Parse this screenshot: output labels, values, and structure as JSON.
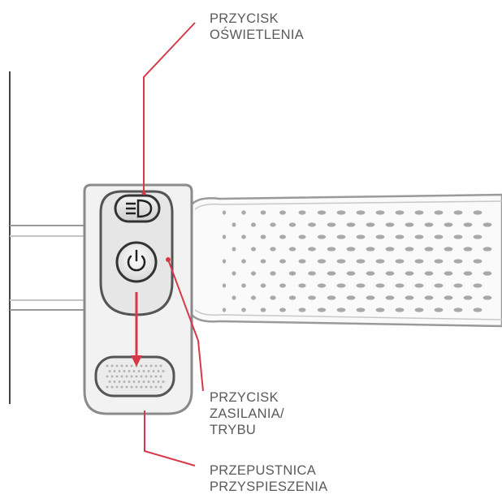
{
  "labels": {
    "light_button": "PRZYCISK\nOŚWIETLENIA",
    "power_mode_button": "PRZYCISK\nZASILANIA/\nTRYBU",
    "throttle": "PRZEPUSTNICA\nPRZYSPIESZENIA"
  },
  "icons": {
    "light_button": "headlight-icon",
    "power_mode_button": "power-icon",
    "throttle": "throttle-pad"
  },
  "colors": {
    "leader_line": "#d63a4a",
    "arrow": "#d63a4a",
    "outline": "#8a8a8a",
    "text": "#5a5a5a"
  }
}
